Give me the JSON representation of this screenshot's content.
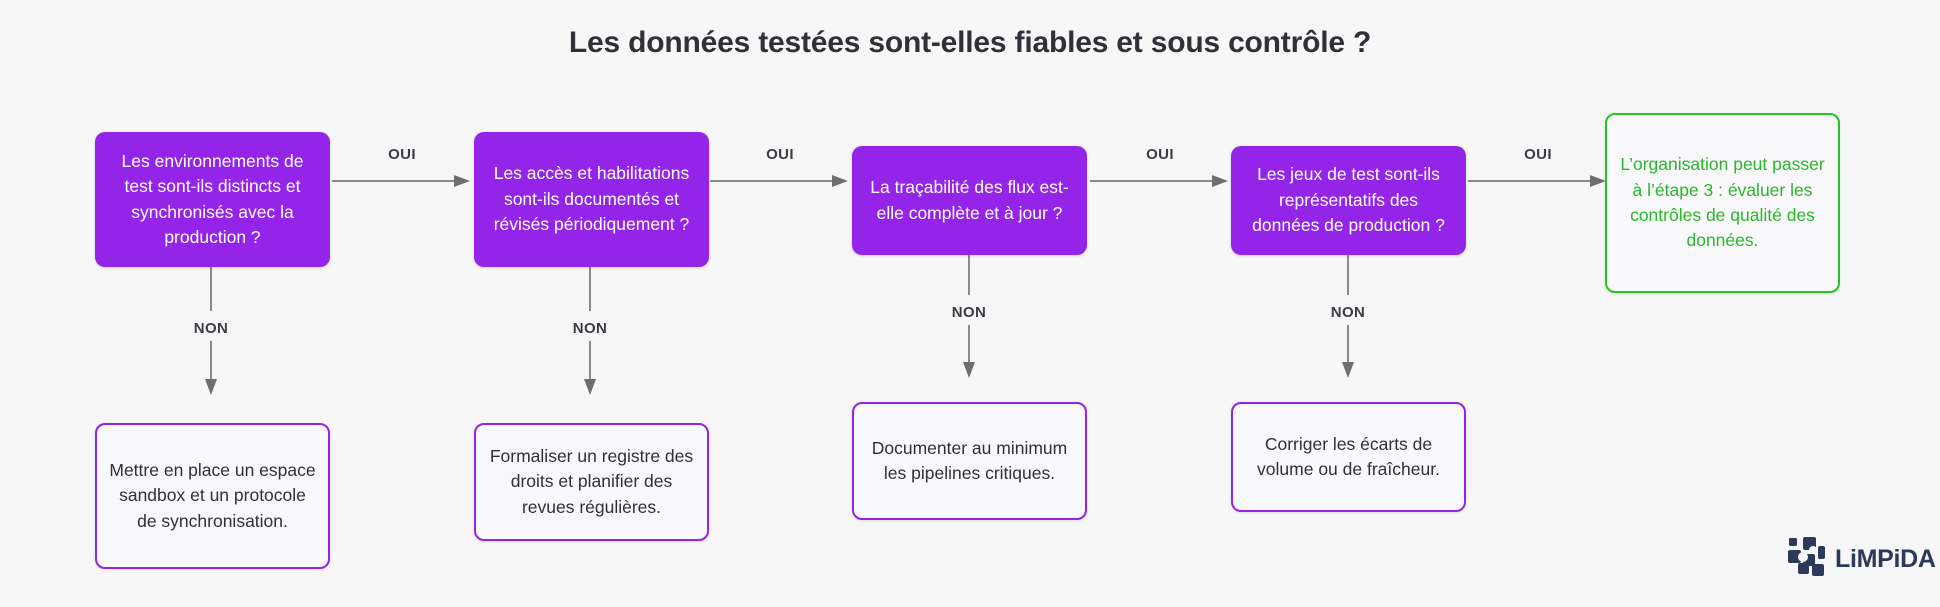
{
  "page": {
    "title": "Les données testées sont-elles fiables et sous contrôle ?",
    "background_color": "#f7f7f7"
  },
  "colors": {
    "purple_fill": "#9425E8",
    "purple_outline": "#9425E8",
    "green_outline": "#26c426",
    "green_text": "#2ab82a",
    "arrow_gray": "#8a8a8a",
    "text_dark": "#2f3136",
    "logo_navy": "#2b3a58"
  },
  "questions": [
    {
      "id": "q1",
      "text": "Les environnements de test sont-ils distincts et synchronisés avec la production ?"
    },
    {
      "id": "q2",
      "text": "Les accès et habilitations sont-ils documentés et révisés périodiquement ?"
    },
    {
      "id": "q3",
      "text": "La traçabilité des flux est-elle complète et à jour ?"
    },
    {
      "id": "q4",
      "text": "Les jeux de test sont-ils représentatifs des données de production ?"
    }
  ],
  "actions": [
    {
      "id": "a1",
      "text": "Mettre en place un espace sandbox et un protocole de synchronisation."
    },
    {
      "id": "a2",
      "text": "Formaliser un registre des droits et planifier des revues régulières."
    },
    {
      "id": "a3",
      "text": "Documenter au minimum les pipelines critiques."
    },
    {
      "id": "a4",
      "text": "Corriger les écarts de volume ou de fraîcheur."
    }
  ],
  "outcome": {
    "id": "success",
    "text": "L’organisation peut passer à l’étape 3 : évaluer les contrôles de qualité des données."
  },
  "edges": {
    "yes_labels": [
      "OUI",
      "OUI",
      "OUI",
      "OUI"
    ],
    "no_labels": [
      "NON",
      "NON",
      "NON",
      "NON"
    ]
  },
  "brand": {
    "name": "LiMPiDA",
    "mark": "pixel-blocks-logo-icon"
  }
}
